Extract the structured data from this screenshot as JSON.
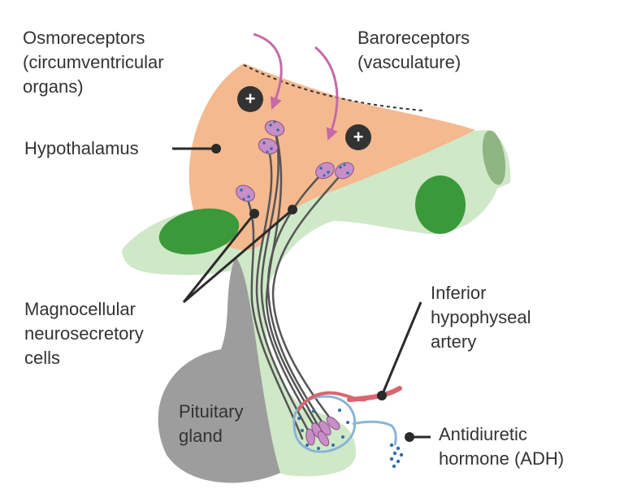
{
  "labels": {
    "osmoreceptors": [
      "Osmoreceptors",
      "(circumventricular",
      "organs)"
    ],
    "baroreceptors": [
      "Baroreceptors",
      "(vasculature)"
    ],
    "hypothalamus": "Hypothalamus",
    "magnocellular": [
      "Magnocellular",
      "neurosecretory",
      "cells"
    ],
    "pituitary": [
      "Pituitary",
      "gland"
    ],
    "artery": [
      "Inferior",
      "hypophyseal",
      "artery"
    ],
    "adh": [
      "Antidiuretic",
      "hormone (ADH)"
    ]
  },
  "symbols": {
    "stimulus_sign": "+"
  },
  "colors": {
    "hypothalamus": "#f4b98f",
    "tissue": "#cfe8c8",
    "vessel_fill": "#3a9a3a",
    "pituitary": "#9d9d9d",
    "axon": "#555555",
    "neuron": "#c88fc6",
    "arrow": "#c56aa6",
    "artery": "#d9666e",
    "vein": "#8ab4d6",
    "granule": "#2f6fa8",
    "label_text": "#333333",
    "pointer": "#2b2b2b"
  }
}
